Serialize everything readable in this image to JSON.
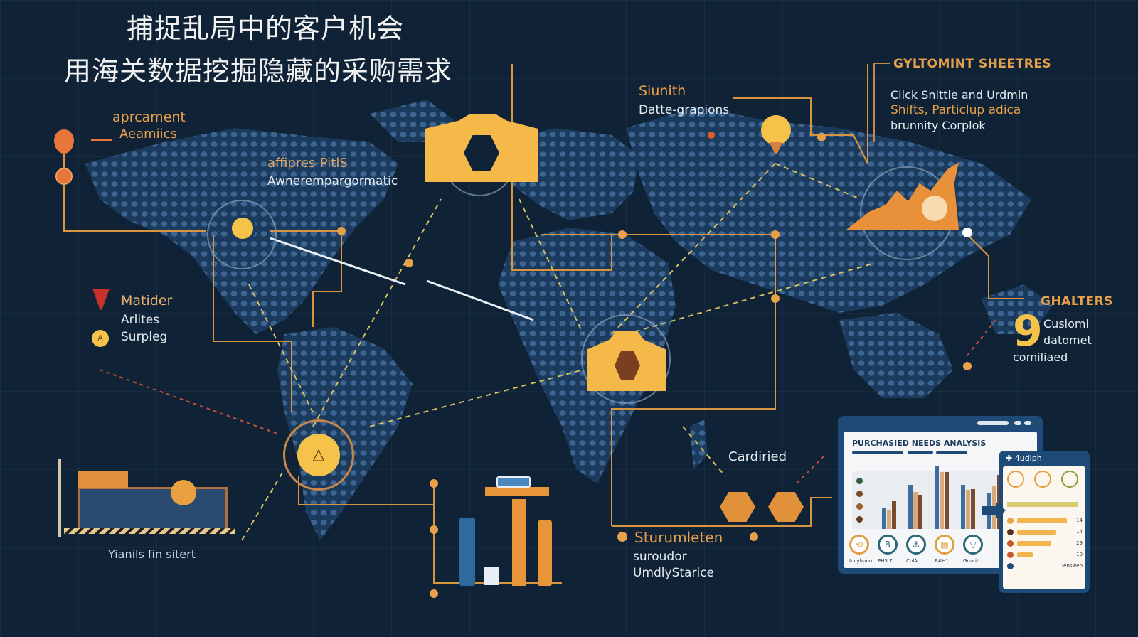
{
  "title": {
    "line1": "捕捉乱局中的客户机会",
    "line2": "用海关数据挖掘隐藏的采购需求"
  },
  "labels": {
    "top_left": {
      "line1": "aprcament",
      "line2": "Aeamiics"
    },
    "mid_left_map": {
      "title": "affipres-PitlS",
      "subtitle": "Awnerempargormatic"
    },
    "top_center": {
      "title": "Siunith",
      "subtitle": "Datte-grapions"
    },
    "top_right_box": {
      "heading": "GYLTOMINT SHEETRES",
      "line1": "Click Snittie and Urdmin",
      "line2": "Shifts, Particlup adica",
      "line3": "brunnity Corplok"
    },
    "right_stat": {
      "heading": "GHALTERS",
      "number": "9",
      "line1": "Cusiomi",
      "line2": "datomet",
      "line3": "comiliaed"
    },
    "left_middle": {
      "title": "Matider",
      "line1": "Arlites",
      "line2": "Surpleg"
    },
    "bottom_left": {
      "caption": "Yianils fin sitert"
    },
    "bottom_center": {
      "title": "Sturumleten",
      "line1": "suroudor",
      "line2": "UmdlyStarice"
    },
    "cardiried": "Cardiried"
  },
  "dashboard": {
    "title": "PURCHASIED NEEDS ANALYSIS",
    "icons": [
      {
        "name": "shipping-icon",
        "label": "Incyhpnn",
        "color": "#e0a040"
      },
      {
        "name": "document-icon",
        "label": "PH3 7",
        "color": "#2f6a7a"
      },
      {
        "name": "cargo-icon",
        "label": "CulA",
        "color": "#2f6a7a"
      },
      {
        "name": "grid-icon",
        "label": "P#H1",
        "color": "#e0a040"
      },
      {
        "name": "funnel-icon",
        "label": "Gnarit",
        "color": "#2f6a7a"
      }
    ],
    "legend_colors": [
      "#2b5e3a",
      "#7a4a2a",
      "#a0602e",
      "#6a3a1e"
    ],
    "bar_groups": [
      [
        30,
        26,
        40
      ],
      [
        62,
        52,
        48
      ],
      [
        88,
        80,
        80
      ],
      [
        62,
        55,
        56
      ],
      [
        50,
        60,
        76
      ]
    ],
    "bar_colors": [
      "#3f6e9e",
      "#d8a97a",
      "#7a4a2e"
    ]
  },
  "mini_panel": {
    "header": "4udiph",
    "rows": [
      {
        "dot": "#e8a04a",
        "width": 70,
        "value": "14"
      },
      {
        "dot": "#5a2e1a",
        "width": 55,
        "value": "14"
      },
      {
        "dot": "#c85a2a",
        "width": 48,
        "value": "29"
      },
      {
        "dot": "#c85a2a",
        "width": 22,
        "value": "10"
      },
      {
        "dot": "#1e4a78",
        "width": 0,
        "value": "Tensweb"
      }
    ]
  },
  "colors": {
    "background": "#0f2236",
    "accent_orange": "#e8a04a",
    "accent_gold": "#f5c24a",
    "map_dots": "#3a5f88",
    "line": "#d9953e"
  }
}
